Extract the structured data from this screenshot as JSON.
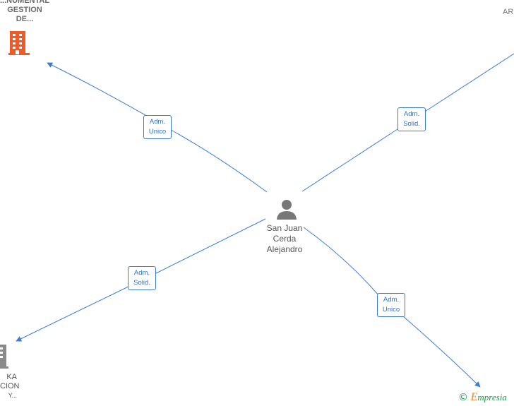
{
  "diagram": {
    "center_person": {
      "name_lines": [
        "San Juan",
        "Cerda",
        "Alejandro"
      ],
      "icon": "person-icon"
    },
    "companies": [
      {
        "id": "top-left",
        "label_lines": [
          "...NUMENTAL",
          "GESTION",
          "DE..."
        ],
        "icon": "building-icon",
        "icon_color": "#f05a28"
      },
      {
        "id": "top-right",
        "label_lines": [
          "AR..."
        ],
        "icon": "building-icon"
      },
      {
        "id": "bottom-left",
        "label_lines": [
          "KA",
          "CION",
          "Y..."
        ],
        "icon": "building-icon",
        "icon_color": "#888888"
      },
      {
        "id": "bottom-right",
        "label_lines": [],
        "icon": "building-icon"
      }
    ],
    "relations": [
      {
        "target": "top-left",
        "line1": "Adm.",
        "line2": "Unico"
      },
      {
        "target": "top-right",
        "line1": "Adm.",
        "line2": "Solid."
      },
      {
        "target": "bottom-left",
        "line1": "Adm.",
        "line2": "Solid."
      },
      {
        "target": "bottom-right",
        "line1": "Adm.",
        "line2": "Unico"
      }
    ],
    "colors": {
      "edge": "#3a7bd5",
      "person": "#777777",
      "brand_green": "#1a9a4a",
      "brand_orange": "#f08a1c"
    }
  },
  "brand": {
    "symbol": "©",
    "initial": "E",
    "rest": "mpresia"
  }
}
